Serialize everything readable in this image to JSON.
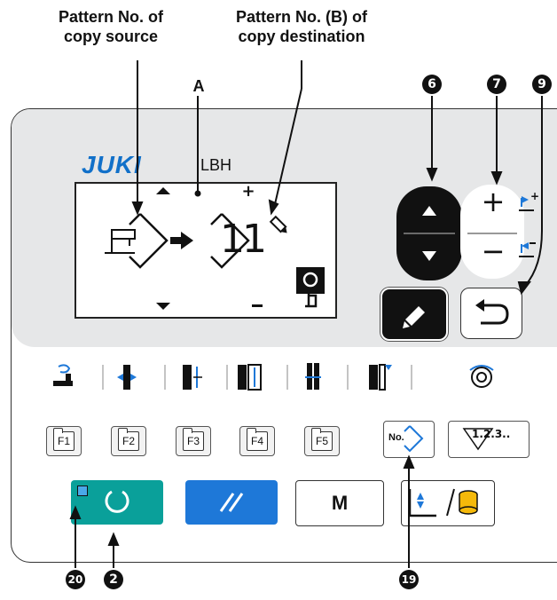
{
  "callouts": {
    "copy_source": [
      "Pattern No. of",
      "copy source"
    ],
    "copy_destination": [
      "Pattern No. (B) of",
      "copy destination"
    ],
    "label_a": "A"
  },
  "numbers": {
    "n6": "6",
    "n7": "7",
    "n9": "9",
    "n20": "20",
    "n2": "2",
    "n19": "19"
  },
  "panel": {
    "brand": "JUKI",
    "model": "LBH",
    "destination_number": "11",
    "plus_label": "+",
    "minus_label": "−",
    "fkeys": [
      "F1",
      "F2",
      "F3",
      "F4",
      "F5"
    ],
    "no_key": "No.",
    "seq_key": "1.2.3..",
    "m_key": "M"
  },
  "colors": {
    "teal": "#0aa09a",
    "blue": "#1e78d8",
    "panel_gray": "#e6e7e8",
    "juki_blue": "#1170c9"
  }
}
